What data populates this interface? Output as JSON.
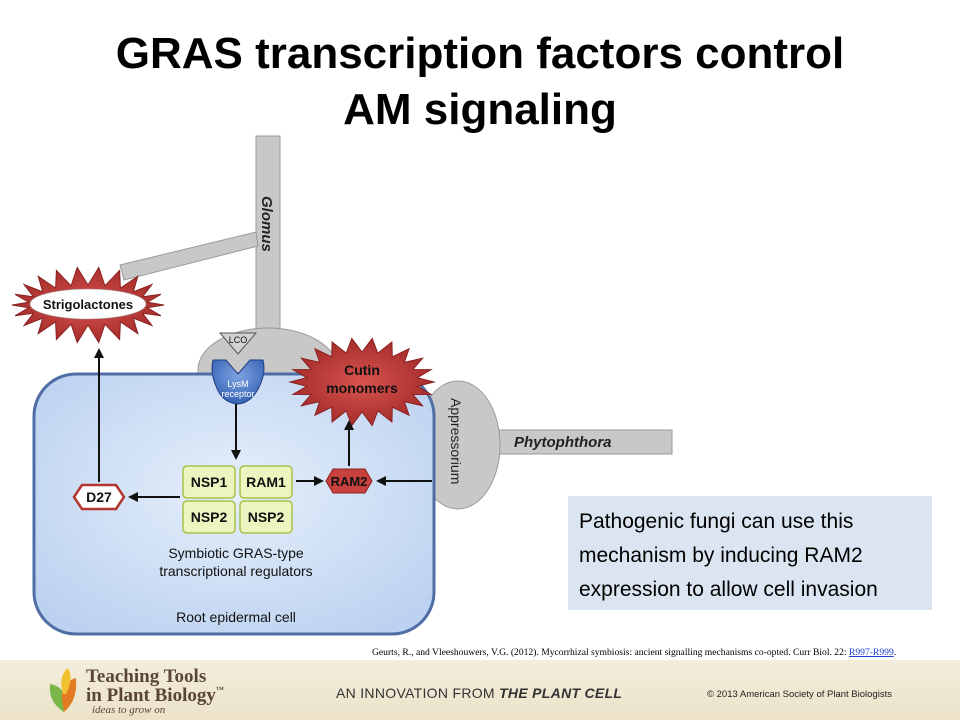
{
  "title": {
    "line1": "GRAS transcription factors control",
    "line2": "AM signaling"
  },
  "diagram": {
    "glomus": "Glomus",
    "strigolactones": "Strigolactones",
    "lco": "LCO",
    "lysm_line1": "LysM",
    "lysm_line2": "receptor",
    "cutin_line1": "Cutin",
    "cutin_line2": "monomers",
    "appressorium": "Appressorium",
    "phytophthora": "Phytophthora",
    "nsp1": "NSP1",
    "ram1": "RAM1",
    "nsp2_a": "NSP2",
    "nsp2_b": "NSP2",
    "ram2": "RAM2",
    "d27": "D27",
    "gras_line1": "Symbiotic GRAS-type",
    "gras_line2": "transcriptional regulators",
    "cell_label": "Root epidermal cell"
  },
  "callout": {
    "line1": "Pathogenic fungi can use this",
    "line2": "mechanism by inducing RAM2",
    "line3": "expression to allow cell invasion"
  },
  "citation": {
    "text": "Geurts, R., and Vleeshouwers, V.G. (2012). Mycorrhizal symbiosis: ancient signalling mechanisms co-opted. Curr Biol. 22: ",
    "link": "R997-R999",
    "end": "."
  },
  "footer": {
    "brand_line1": "Teaching Tools",
    "brand_line2": "in Plant Biology",
    "brand_tm": "™",
    "tagline": "ideas to grow on",
    "innovation_prefix": "AN INNOVATION FROM ",
    "innovation_journal": "THE PLANT CELL",
    "copyright": "© 2013 American Society of Plant Biologists"
  },
  "colors": {
    "cell_fill": "#cfe0f6",
    "cell_stroke": "#4f6ea6",
    "hypha": "#c8c8c8",
    "box_fill": "#ecf5bf",
    "burst_fill": "#c9413e",
    "lysm_fill": "#3f6fc4"
  }
}
